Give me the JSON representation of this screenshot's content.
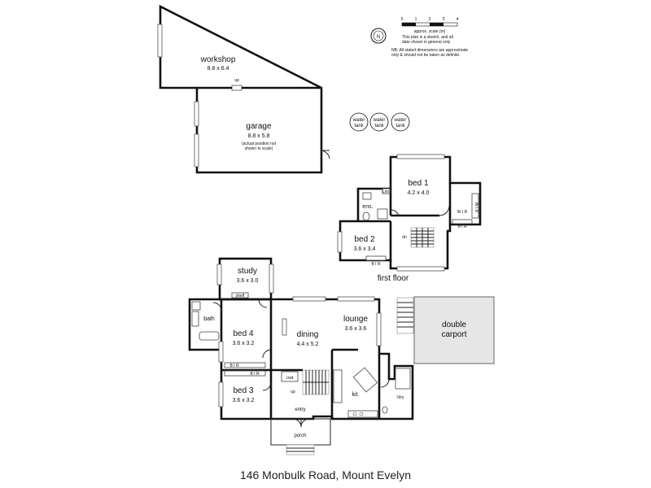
{
  "address": "146 Monbulk Road, Mount Evelyn",
  "first_floor_label": "first floor",
  "scale": {
    "ticks": [
      "0",
      "1",
      "2",
      "3",
      "4"
    ],
    "label": "approx. scale (m)"
  },
  "notes": [
    "This plan is a sketch, and all",
    "date shown is general only",
    "NB: All stated dimensions are approximate",
    "only & should not be taken as definite."
  ],
  "north_label": "N",
  "tanks": [
    {
      "l1": "water",
      "l2": "tank"
    },
    {
      "l1": "water",
      "l2": "tank"
    },
    {
      "l1": "water",
      "l2": "tank"
    }
  ],
  "outbuilding": {
    "workshop": {
      "name": "workshop",
      "dim": "8.8 x 6.4"
    },
    "garage": {
      "name": "garage",
      "dim": "8.8 x 5.8",
      "note1": "(actual position not",
      "note2": "shown to scale)"
    },
    "up": "up"
  },
  "first_floor": {
    "bed1": {
      "name": "bed 1",
      "dim": "4.2 x 4.0"
    },
    "bed2": {
      "name": "bed 2",
      "dim": "3.6 x 3.4"
    },
    "ens": "ens.",
    "wir": "W I R",
    "bir": "B I R",
    "bir2": "B I R",
    "linen": "Lnn",
    "dn": "dn"
  },
  "ground_floor": {
    "study": {
      "name": "study",
      "dim": "3.6 x 3.0"
    },
    "shelf": "shelf",
    "bath": "bath",
    "bed4": {
      "name": "bed 4",
      "dim": "3.6 x 3.2"
    },
    "bed3": {
      "name": "bed 3",
      "dim": "3.6 x 3.2"
    },
    "bir_a": "B I R",
    "bir_b": "B I R",
    "dining": {
      "name": "dining",
      "dim": "4.4 x 5.2"
    },
    "lounge": {
      "name": "lounge",
      "dim": "3.6 x 3.6"
    },
    "kit": "kit.",
    "ldry": "l'dry",
    "cwd": "cwd",
    "up": "up",
    "entry": "entry",
    "porch": "porch",
    "carport1": "double",
    "carport2": "carport"
  }
}
